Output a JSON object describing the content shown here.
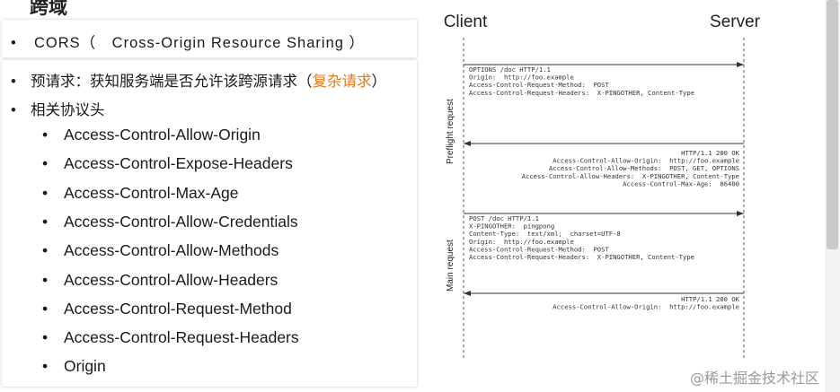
{
  "slide": {
    "title": "跨域",
    "cors_line": "CORS（　Cross-Origin Resource Sharing ）",
    "preflight_prefix": "预请求：获知服务端是否允许该跨源请求（",
    "preflight_accent": "复杂请求",
    "preflight_suffix": "）",
    "headers_label": "相关协议头",
    "bullet": "•",
    "headers": [
      "Access-Control-Allow-Origin",
      "Access-Control-Expose-Headers",
      "Access-Control-Max-Age",
      "Access-Control-Allow-Credentials",
      "Access-Control-Allow-Methods",
      "Access-Control-Allow-Headers",
      "Access-Control-Request-Method",
      "Access-Control-Request-Headers",
      "Origin"
    ],
    "accent_color": "#e07a1f"
  },
  "diagram": {
    "client_label": "Client",
    "server_label": "Server",
    "preflight_label": "Preflight request",
    "main_label": "Main request",
    "messages": [
      {
        "direction": "to-server",
        "lines": [
          "OPTIONS /doc HTTP/1.1",
          "Origin:  http://foo.example",
          "Access-Control-Request-Method:  POST",
          "Access-Control-Request-Headers:  X-PINGOTHER, Content-Type"
        ]
      },
      {
        "direction": "to-client",
        "lines": [
          "HTTP/1.1 200 OK",
          "Access-Control-Allow-Origin:  http://foo.example",
          "Access-Control-Allow-Methods:  POST, GET, OPTIONS",
          "Access-Control-Allow-Headers:  X-PINGOTHER, Content-Type",
          "Access-Control-Max-Age:  86400"
        ]
      },
      {
        "direction": "to-server",
        "lines": [
          "POST /doc HTTP/1.1",
          "X-PINGOTHER:  pingpong",
          "Content-Type:  text/xml;  charset=UTF-8",
          "Origin:  http://foo.example",
          "Access-Control-Request-Method:  POST",
          "Access-Control-Request-Headers:  X-PINGOTHER, Content-Type"
        ]
      },
      {
        "direction": "to-client",
        "lines": [
          "HTTP/1.1 200 OK",
          "Access-Control-Allow-Origin:  http://foo.example"
        ]
      }
    ]
  },
  "watermark": "@稀土掘金技术社区"
}
